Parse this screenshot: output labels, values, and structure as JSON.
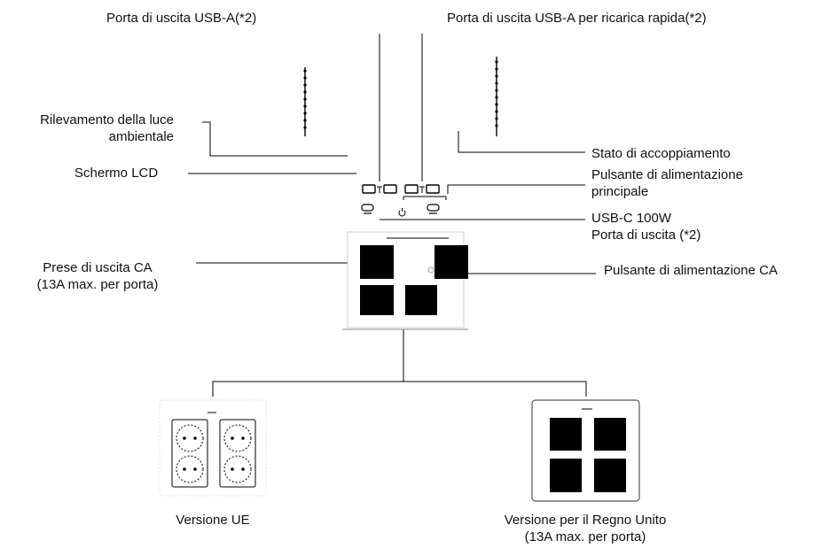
{
  "labels": {
    "usb_a": "Porta di uscita USB-A(*2)",
    "usb_a_fast": "Porta di uscita USB-A per ricarica rapida(*2)",
    "ambient_line1": "Rilevamento della luce",
    "ambient_line2": "ambientale",
    "lcd": "Schermo LCD",
    "pairing": "Stato di accoppiamento",
    "main_power_line1": "Pulsante di alimentazione",
    "main_power_line2": "principale",
    "usbc_line1": "USB-C 100W",
    "usbc_line2": "Porta di uscita (*2)",
    "ac_outlets_line1": "Prese di uscita CA",
    "ac_outlets_line2": "(13A max. per porta)",
    "ac_power": "Pulsante di alimentazione CA",
    "eu_version": "Versione UE",
    "uk_line1": "Versione per il Regno Unito",
    "uk_line2": "(13A max. per porta)"
  },
  "colors": {
    "line": "#000000",
    "socket_fill": "#000000",
    "panel_border": "#888888"
  },
  "icons": [
    "usb-a-port-icon",
    "usb-c-port-icon",
    "power-icon",
    "eu-socket-icon",
    "uk-socket-icon",
    "cable-icon"
  ]
}
